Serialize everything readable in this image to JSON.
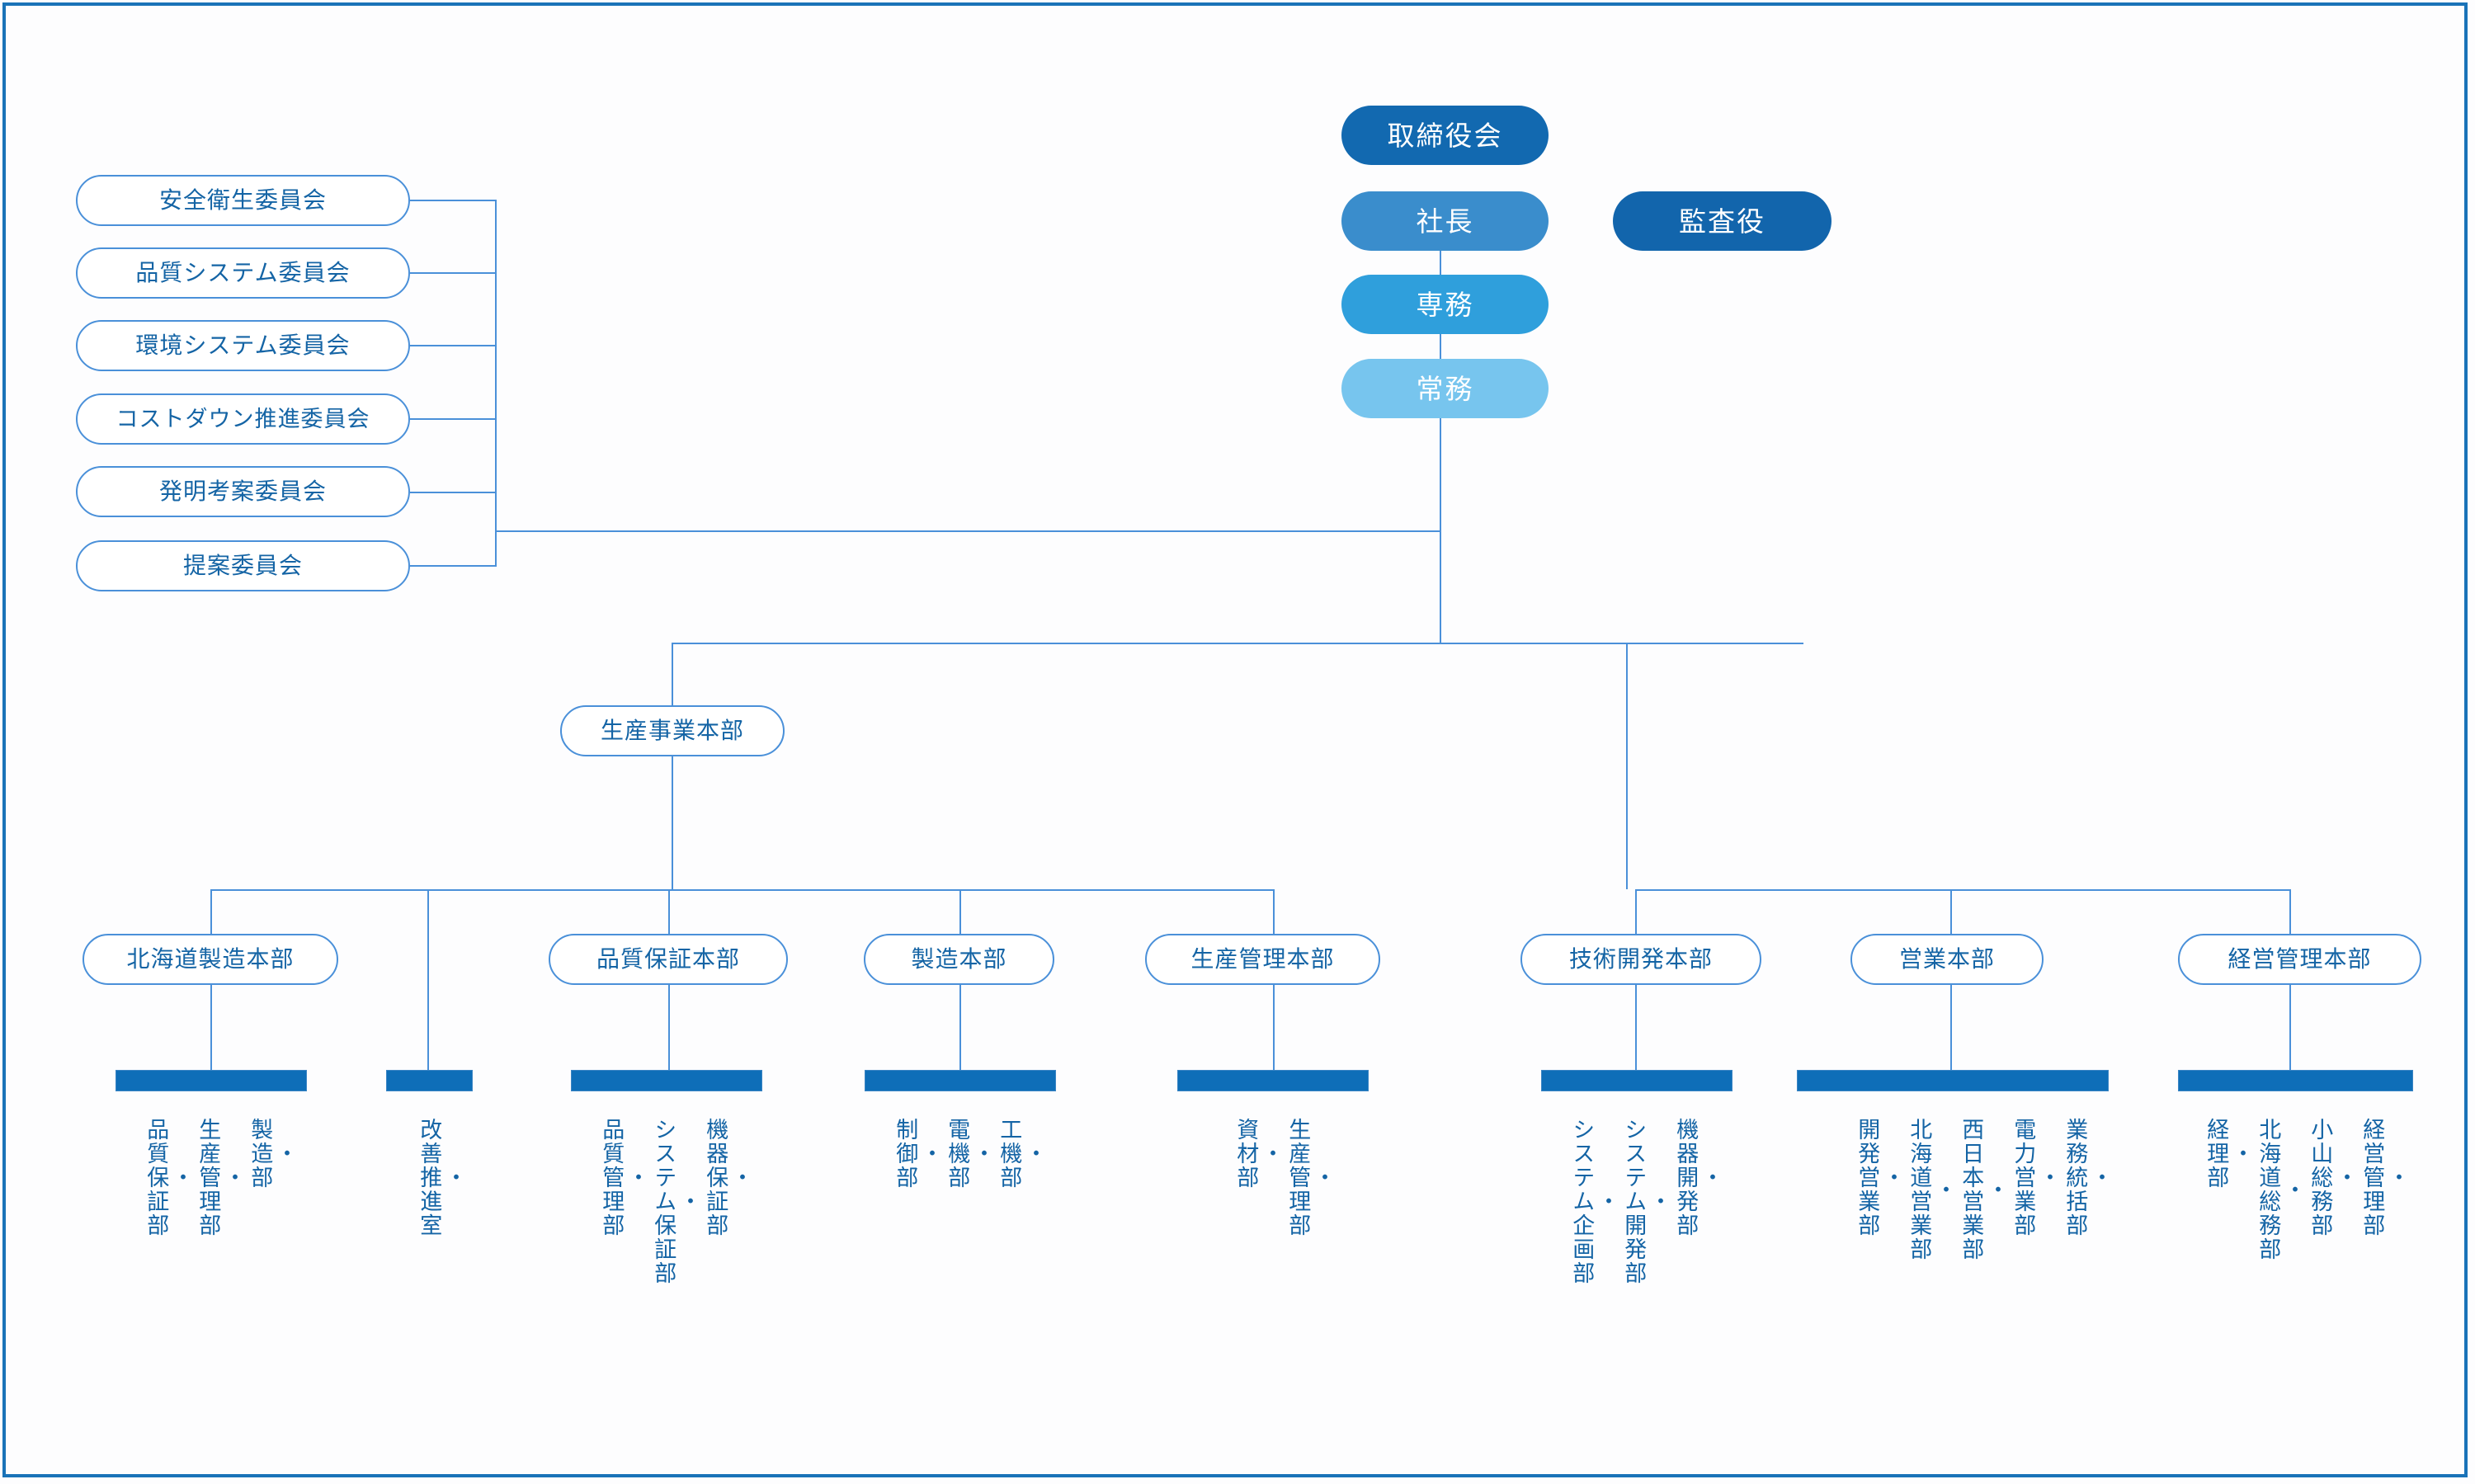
{
  "chart_data": {
    "type": "diagram",
    "title": "組織図",
    "diagram_kind": "organization-chart",
    "orientation": "top-down"
  },
  "theme": {
    "frame_border": "#1a73b8",
    "line": "#4a90d9",
    "bar_fill": "#0e6eb8",
    "outline_box_border": "#4a90d9",
    "outline_box_text": "#1464a5",
    "pill_text": "#ffffff"
  },
  "executive": {
    "board": {
      "label": "取締役会",
      "color": "#1269b0"
    },
    "president": {
      "label": "社長",
      "color": "#3a8dcc"
    },
    "senior_managing_director": {
      "label": "専務",
      "color": "#2f9fdc"
    },
    "managing_director": {
      "label": "常務",
      "color": "#77c5ee"
    },
    "auditor": {
      "label": "監査役",
      "color": "#1265ac"
    }
  },
  "committees": [
    {
      "label": "安全衛生委員会"
    },
    {
      "label": "品質システム委員会"
    },
    {
      "label": "環境システム委員会"
    },
    {
      "label": "コストダウン推進委員会"
    },
    {
      "label": "発明考案委員会"
    },
    {
      "label": "提案委員会"
    }
  ],
  "production_hq": {
    "label": "生産事業本部"
  },
  "divisions": [
    {
      "label": "北海道製造本部",
      "departments": [
        "製造部",
        "生産管理部",
        "品質保証部"
      ]
    },
    {
      "label": "品質保証本部",
      "departments": [
        "機器保証部",
        "システム保証部",
        "品質管理部"
      ]
    },
    {
      "label": "製造本部",
      "departments": [
        "工機部",
        "電機部",
        "制御部"
      ]
    },
    {
      "label": "生産管理本部",
      "departments": [
        "生産管理部",
        "資材部"
      ]
    },
    {
      "label": "技術開発本部",
      "departments": [
        "機器開発部",
        "システム開発部",
        "システム企画部"
      ]
    },
    {
      "label": "営業本部",
      "departments": [
        "業務統括部",
        "電力営業部",
        "西日本営業部",
        "北海道営業部",
        "開発営業部"
      ]
    },
    {
      "label": "経営管理本部",
      "departments": [
        "経営管理部",
        "小山総務部",
        "北海道総務部",
        "経理部"
      ]
    }
  ],
  "standalone_units": [
    {
      "label": "改善推進室"
    }
  ]
}
